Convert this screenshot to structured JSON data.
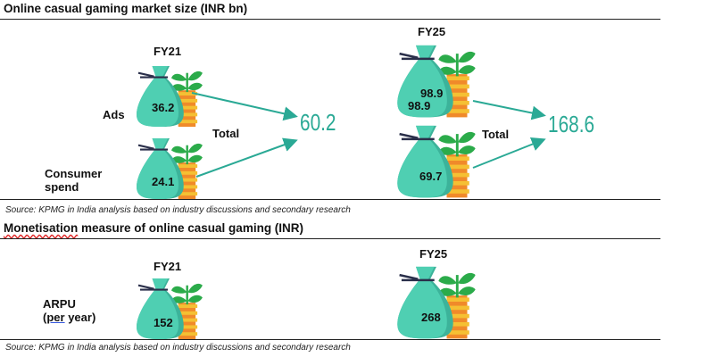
{
  "section1": {
    "title": "Online casual gaming market size (INR bn)",
    "fy21": {
      "label": "FY21",
      "ads": "36.2",
      "consumer_spend": "24.1",
      "total": "60.2"
    },
    "fy25": {
      "label": "FY25",
      "ads": "98.9",
      "ads_duplicate": "98.9",
      "consumer_spend": "69.7",
      "total": "168.6"
    },
    "row_labels": {
      "ads": "Ads",
      "consumer_spend_line1": "Consumer",
      "consumer_spend_line2": "spend"
    },
    "total_label": "Total",
    "source": "Source: KPMG in India analysis based on industry discussions and secondary research"
  },
  "section2": {
    "title_word1": "Monetisation",
    "title_rest": " measure of online casual gaming (INR)",
    "fy21": {
      "label": "FY21",
      "arpu": "152"
    },
    "fy25": {
      "label": "FY25",
      "arpu": "268"
    },
    "row_label_line1": "ARPU",
    "row_label_line2_prefix": "(",
    "row_label_line2_word": "per",
    "row_label_line2_suffix": " year)",
    "source": "Source: KPMG in India analysis based on industry discussions and secondary research"
  },
  "colors": {
    "bag": "#4fcfb2",
    "bag_shade": "#3cb39a",
    "accent_teal": "#2aa995",
    "plant": "#2bab4a",
    "coin": "#f5c033",
    "coin_dark": "#f08a2a"
  },
  "icons": [
    "money-bag-icon",
    "plant-coins-icon",
    "arrow-icon"
  ]
}
